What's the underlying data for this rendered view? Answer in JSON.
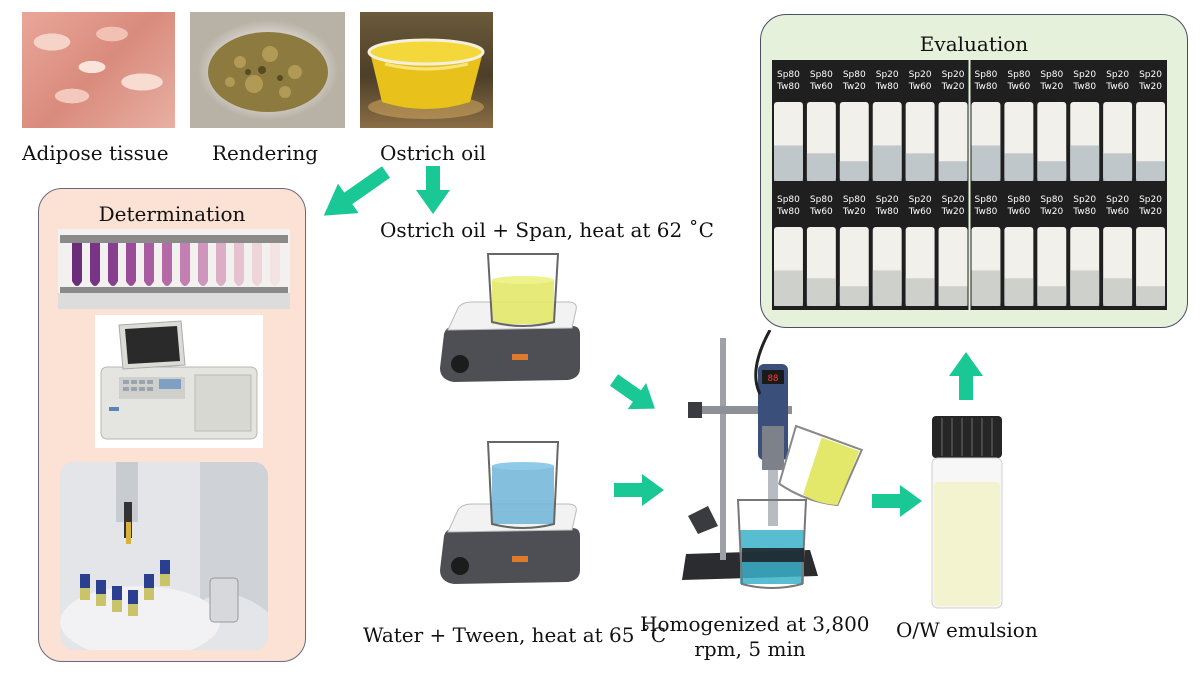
{
  "top_labels": {
    "adipose": "Adipose tissue",
    "rendering": "Rendering",
    "ostrich_oil": "Ostrich oil"
  },
  "determination": {
    "title": "Determination"
  },
  "evaluation": {
    "title": "Evaluation",
    "vial_rows": [
      [
        [
          "Sp80",
          "Tw80"
        ],
        [
          "Sp80",
          "Tw60"
        ],
        [
          "Sp80",
          "Tw20"
        ],
        [
          "Sp20",
          "Tw80"
        ],
        [
          "Sp20",
          "Tw60"
        ],
        [
          "Sp20",
          "Tw20"
        ],
        [
          "Sp80",
          "Tw80"
        ],
        [
          "Sp80",
          "Tw60"
        ],
        [
          "Sp80",
          "Tw20"
        ],
        [
          "Sp20",
          "Tw80"
        ],
        [
          "Sp20",
          "Tw60"
        ],
        [
          "Sp20",
          "Tw20"
        ]
      ],
      [
        [
          "Sp80",
          "Tw80"
        ],
        [
          "Sp80",
          "Tw60"
        ],
        [
          "Sp80",
          "Tw20"
        ],
        [
          "Sp20",
          "Tw80"
        ],
        [
          "Sp20",
          "Tw60"
        ],
        [
          "Sp20",
          "Tw20"
        ],
        [
          "Sp80",
          "Tw80"
        ],
        [
          "Sp80",
          "Tw60"
        ],
        [
          "Sp80",
          "Tw20"
        ],
        [
          "Sp20",
          "Tw80"
        ],
        [
          "Sp20",
          "Tw60"
        ],
        [
          "Sp20",
          "Tw20"
        ]
      ]
    ]
  },
  "steps": {
    "oil_phase": "Ostrich oil + Span, heat at 62 ˚C",
    "water_phase": "Water + Tween, heat at 65 ˚C",
    "homogenize_line1": "Homogenized at 3,800",
    "homogenize_line2": "rpm, 5 min",
    "emulsion": "O/W emulsion",
    "homogenizer_display": "88"
  },
  "colors": {
    "arrow": "#19c894",
    "oil": "#e3e86a",
    "water": "#6fb4d8",
    "emulsion": "#f4f3cf",
    "det_panel": "#fbe2d4",
    "eval_panel": "#e6f1db"
  }
}
